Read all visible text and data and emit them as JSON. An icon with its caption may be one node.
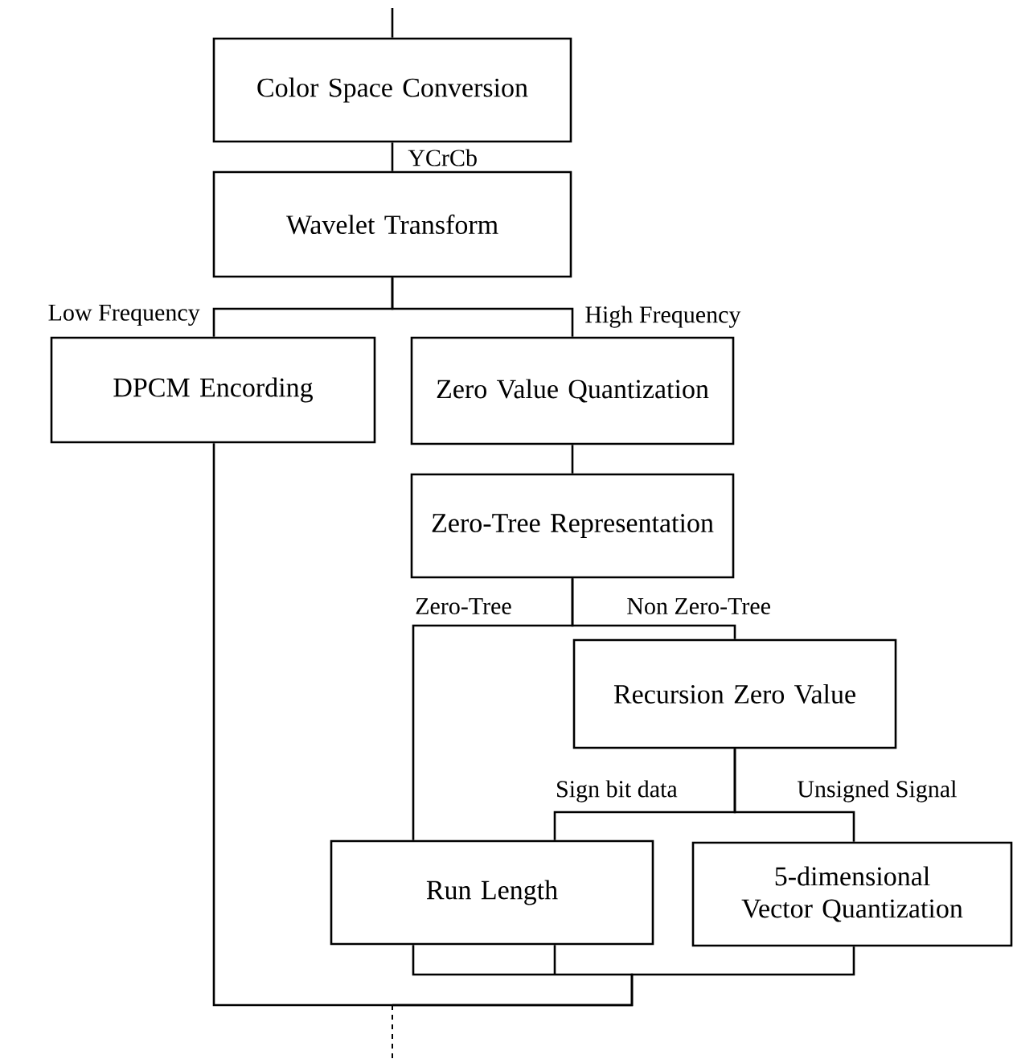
{
  "diagram": {
    "nodes": [
      {
        "text": [
          "Color Space Conversion"
        ]
      },
      {
        "text": [
          "Wavelet Transform"
        ]
      },
      {
        "text": [
          "DPCM Encording"
        ]
      },
      {
        "text": [
          "Zero Value Quantization"
        ]
      },
      {
        "text": [
          "Zero-Tree Representation"
        ]
      },
      {
        "text": [
          "Recursion Zero Value"
        ]
      },
      {
        "text": [
          "Run Length"
        ]
      },
      {
        "text": [
          "5-dimensional Vector Quantization"
        ]
      }
    ],
    "edges": [
      {
        "from": null,
        "to": 0,
        "arrow": "none"
      },
      {
        "from": 0,
        "to": 1,
        "arrow": "none",
        "label": "YCrCb"
      },
      {
        "from": 1,
        "to": 2,
        "arrow": "none",
        "label": "Low Frequency"
      },
      {
        "from": 1,
        "to": 3,
        "arrow": "none",
        "label": "High Frequency"
      },
      {
        "from": 3,
        "to": 4,
        "arrow": "none"
      },
      {
        "from": 4,
        "to": 6,
        "arrow": "none",
        "label": "Zero-Tree"
      },
      {
        "from": 4,
        "to": 5,
        "arrow": "none",
        "label": "Non Zero-Tree"
      },
      {
        "from": 5,
        "to": 6,
        "arrow": "none",
        "label": "Sign bit data"
      },
      {
        "from": 5,
        "to": 7,
        "arrow": "none",
        "label": "Unsigned Signal"
      },
      {
        "from": 2,
        "to": null,
        "arrow": "none"
      },
      {
        "from": 6,
        "to": null,
        "arrow": "none"
      },
      {
        "from": 7,
        "to": null,
        "arrow": "none"
      }
    ]
  }
}
